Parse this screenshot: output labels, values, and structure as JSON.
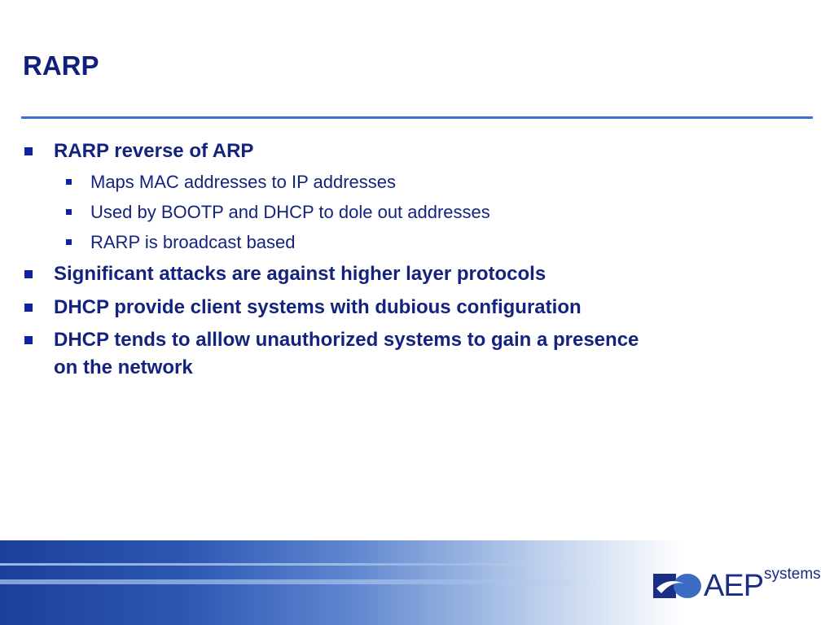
{
  "slide": {
    "title": "RARP",
    "bullets": [
      {
        "text": "RARP  reverse of ARP",
        "sub": [
          "Maps MAC addresses to IP addresses",
          "Used by BOOTP and DHCP to dole out addresses",
          "RARP is broadcast based"
        ]
      },
      {
        "text": "Significant attacks are against higher layer protocols"
      },
      {
        "text": "DHCP provide client systems with dubious configuration"
      },
      {
        "text": "DHCP tends to alllow unauthorized systems to gain a presence on the network"
      }
    ]
  },
  "logo": {
    "main": "AEP",
    "sub": "systems",
    "icon": "aep-logo-mark"
  },
  "colors": {
    "title": "#0f1f7a",
    "text": "#14237d",
    "bullet": "#0f22a6",
    "rule": "#3d6fd8",
    "footer_dark": "#1c3f9a"
  }
}
